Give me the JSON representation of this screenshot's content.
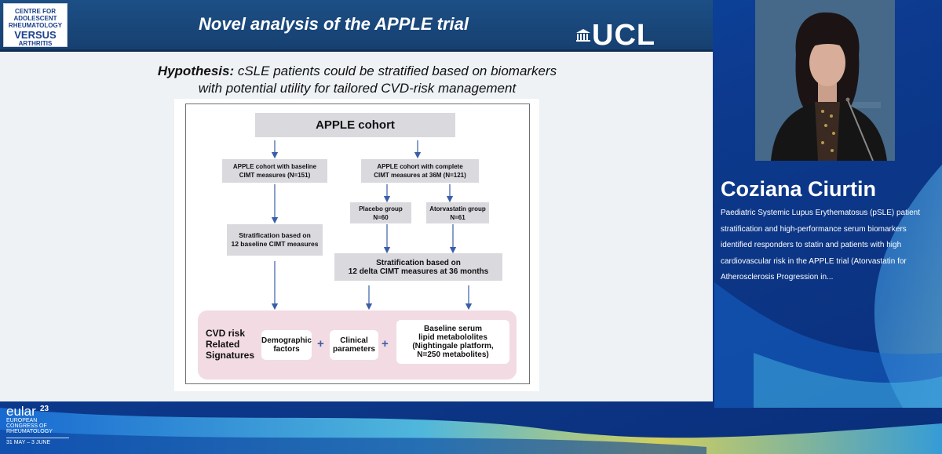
{
  "slide": {
    "logo": {
      "line1": "CENTRE FOR",
      "line2": "ADOLESCENT",
      "line3": "RHEUMATOLOGY",
      "line4": "VERSUS",
      "line5": "ARTHRITIS"
    },
    "title": "Novel analysis of the APPLE trial",
    "institution_logo": "UCL",
    "hypothesis_label": "Hypothesis:",
    "hypothesis_line1": " cSLE patients could be stratified based on biomarkers",
    "hypothesis_line2": "with potential utility for tailored CVD-risk management"
  },
  "flowchart": {
    "top": "APPLE cohort",
    "baseline_cohort": [
      "APPLE cohort with baseline",
      "CIMT measures (N=151)"
    ],
    "complete_cohort": [
      "APPLE cohort with complete",
      "CIMT measures at 36M (N=121)"
    ],
    "placebo": [
      "Placebo group",
      "N=60"
    ],
    "atorvastatin": [
      "Atorvastatin group",
      "N=61"
    ],
    "strat_baseline": [
      "Stratification based on",
      "12 baseline CIMT measures"
    ],
    "strat_delta": [
      "Stratification based on",
      "12 delta CIMT measures at 36 months"
    ],
    "signatures_label": [
      "CVD risk",
      "Related",
      "Signatures"
    ],
    "demographic": [
      "Demographic",
      "factors"
    ],
    "clinical": [
      "Clinical",
      "parameters"
    ],
    "lipid": [
      "Baseline serum",
      "lipid metabololites",
      "(Nightingale platform,",
      "N=250 metabolites)"
    ],
    "plus": "+"
  },
  "speaker": {
    "name": "Coziana Ciurtin",
    "bio": "Paediatric Systemic Lupus Erythematosus (pSLE) patient stratification and high-performance serum biomarkers identified responders to statin and patients with high cardiovascular risk in the APPLE trial (Atorvastatin for Atherosclerosis Progression in..."
  },
  "event": {
    "name": "eular",
    "edition": "23",
    "line1": "EUROPEAN",
    "line2": "CONGRESS OF",
    "line3": "RHEUMATOLOGY",
    "dates": "31 MAY – 3 JUNE"
  },
  "colors": {
    "header_blue": "#1c4f86",
    "flow_box_grey": "#d9d9de",
    "signature_panel_pink": "#f2dbe3",
    "arrow_blue": "#3a5ea8",
    "frame_blue": "#0a4fb0"
  }
}
